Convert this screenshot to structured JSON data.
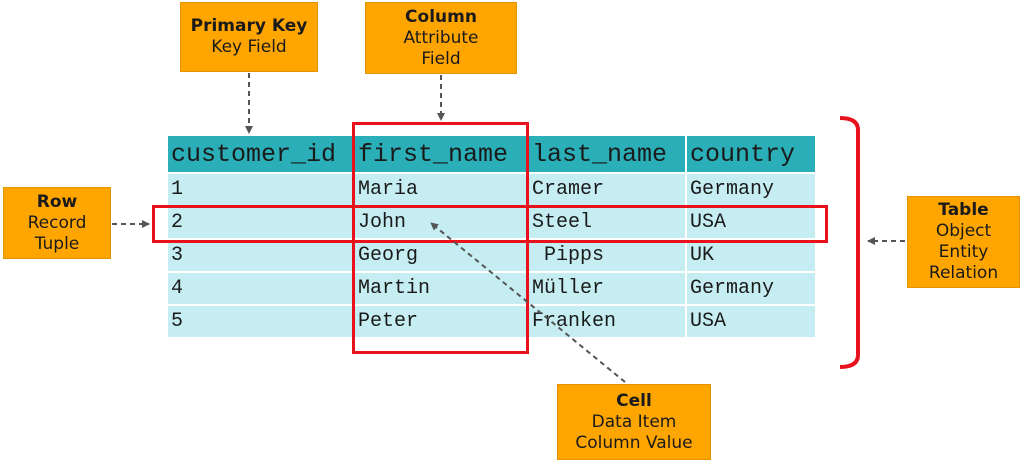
{
  "callouts": {
    "primary_key": {
      "title": "Primary Key",
      "lines": [
        "Key Field"
      ]
    },
    "column": {
      "title": "Column",
      "lines": [
        "Attribute",
        "Field"
      ]
    },
    "row": {
      "title": "Row",
      "lines": [
        "Record",
        "Tuple"
      ]
    },
    "table": {
      "title": "Table",
      "lines": [
        "Object",
        "Entity",
        "Relation"
      ]
    },
    "cell": {
      "title": "Cell",
      "lines": [
        "Data Item",
        "Column Value"
      ]
    }
  },
  "table": {
    "headers": [
      "customer_id",
      "first_name",
      "last_name",
      "country"
    ],
    "rows": [
      [
        "1",
        "Maria",
        "Cramer",
        "Germany"
      ],
      [
        "2",
        "John",
        "Steel",
        "USA"
      ],
      [
        "3",
        "Georg",
        " Pipps",
        "UK"
      ],
      [
        "4",
        "Martin",
        "Müller",
        "Germany"
      ],
      [
        "5",
        "Peter",
        "Franken",
        "USA"
      ]
    ]
  },
  "colors": {
    "callout": "#ffa500",
    "header": "#2aaeb7",
    "cell": "#c6eef2",
    "highlight": "#e8111c",
    "arrow": "#555555"
  }
}
